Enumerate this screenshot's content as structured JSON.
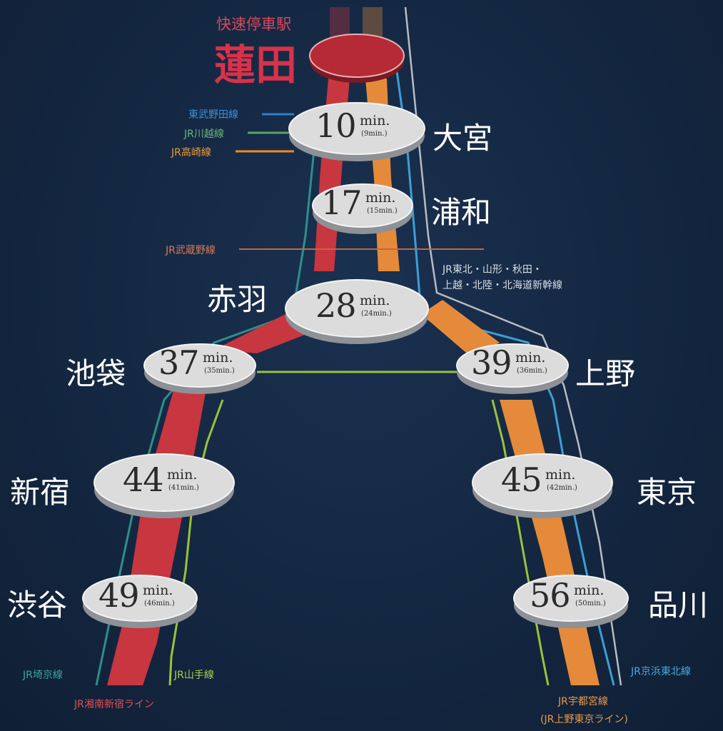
{
  "header": {
    "caption": "快速停車駅",
    "station": "蓮田"
  },
  "colors": {
    "shonan_shinjuku": "#c8363f",
    "utsunomiya": "#e58a3a",
    "saikyo": "#2e8f8a",
    "yamanote": "#9bc23a",
    "keihin_tohoku": "#3d9fd4",
    "shinkansen": "#b8bcc2",
    "tobu_noda": "#2c7fd0",
    "kawagoe": "#5aa36a",
    "takasaki": "#f08a24",
    "musashino": "#c8653f"
  },
  "line_labels": {
    "tobu_noda": "東武野田線",
    "kawagoe": "JR川越線",
    "takasaki": "JR高崎線",
    "musashino": "JR武蔵野線",
    "shinkansen_1": "JR東北・山形・秋田・",
    "shinkansen_2": "上越・北陸・北海道新幹線",
    "saikyo": "JR埼京線",
    "yamanote": "JR山手線",
    "shonan": "JR湘南新宿ライン",
    "keihin": "JR京浜東北線",
    "utsunomiya_1": "JR宇都宮線",
    "utsunomiya_2": "(JR上野東京ライン)"
  },
  "stations": [
    {
      "name": "大宮",
      "min": "10",
      "unit": "min.",
      "alt": "(9min.)"
    },
    {
      "name": "浦和",
      "min": "17",
      "unit": "min.",
      "alt": "(15min.)"
    },
    {
      "name": "赤羽",
      "min": "28",
      "unit": "min.",
      "alt": "(24min.)"
    },
    {
      "name": "池袋",
      "min": "37",
      "unit": "min.",
      "alt": "(35min.)"
    },
    {
      "name": "上野",
      "min": "39",
      "unit": "min.",
      "alt": "(36min.)"
    },
    {
      "name": "新宿",
      "min": "44",
      "unit": "min.",
      "alt": "(41min.)"
    },
    {
      "name": "東京",
      "min": "45",
      "unit": "min.",
      "alt": "(42min.)"
    },
    {
      "name": "渋谷",
      "min": "49",
      "unit": "min.",
      "alt": "(46min.)"
    },
    {
      "name": "品川",
      "min": "56",
      "unit": "min.",
      "alt": "(50min.)"
    }
  ]
}
